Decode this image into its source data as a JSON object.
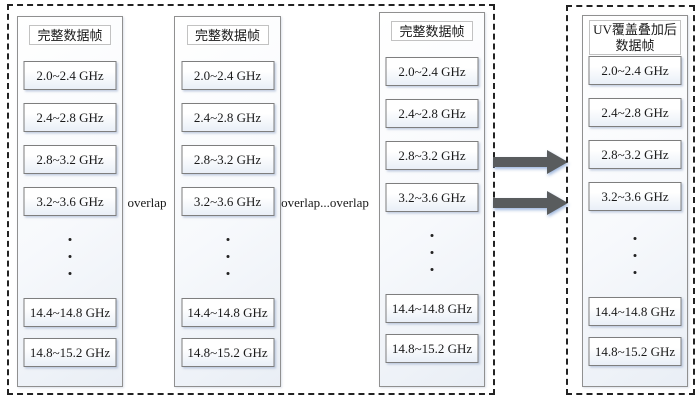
{
  "left_group": {
    "columns": [
      {
        "title": "完整数据帧",
        "bands": [
          "2.0~2.4 GHz",
          "2.4~2.8 GHz",
          "2.8~3.2 GHz",
          "3.2~3.6 GHz"
        ],
        "bottom_bands": [
          "14.4~14.8 GHz",
          "14.8~15.2 GHz"
        ]
      },
      {
        "title": "完整数据帧",
        "bands": [
          "2.0~2.4 GHz",
          "2.4~2.8 GHz",
          "2.8~3.2 GHz",
          "3.2~3.6 GHz"
        ],
        "bottom_bands": [
          "14.4~14.8 GHz",
          "14.8~15.2 GHz"
        ]
      },
      {
        "title": "完整数据帧",
        "bands": [
          "2.0~2.4 GHz",
          "2.4~2.8 GHz",
          "2.8~3.2 GHz",
          "3.2~3.6 GHz"
        ],
        "bottom_bands": [
          "14.4~14.8 GHz",
          "14.8~15.2 GHz"
        ]
      }
    ],
    "overlap_label_1": "overlap",
    "overlap_label_2": "overlap...overlap"
  },
  "right_group": {
    "column": {
      "title_line1": "UV覆盖叠加后",
      "title_line2": "数据帧",
      "bands": [
        "2.0~2.4 GHz",
        "2.4~2.8 GHz",
        "2.8~3.2 GHz",
        "3.2~3.6 GHz"
      ],
      "bottom_bands": [
        "14.4~14.8 GHz",
        "14.8~15.2 GHz"
      ]
    }
  },
  "icons": {
    "arrow": "right-arrow"
  },
  "colors": {
    "arrow_fill": "#595c5e",
    "band_border": "#7e7e7e",
    "column_border": "#909090",
    "dashed_border": "#222222"
  }
}
